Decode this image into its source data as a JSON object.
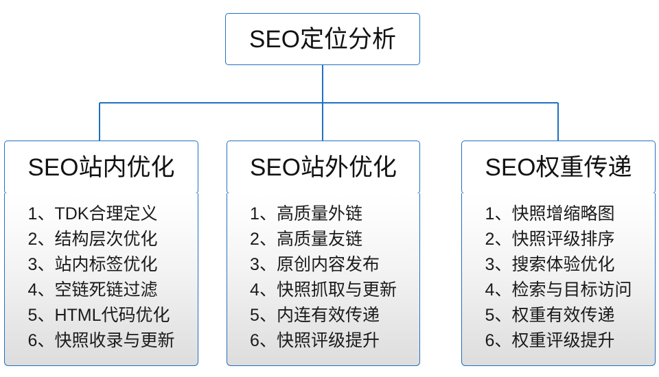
{
  "diagram": {
    "type": "org-tree",
    "accent_color": "#1f6fc0",
    "text_color": "#121212",
    "background_color": "#ffffff",
    "root": {
      "label": "SEO定位分析"
    },
    "branches": [
      {
        "id": "inner",
        "title": "SEO站内优化",
        "items": [
          "1、TDK合理定义",
          "2、结构层次优化",
          "3、站内标签优化",
          "4、空链死链过滤",
          "5、HTML代码优化",
          "6、快照收录与更新"
        ]
      },
      {
        "id": "outer",
        "title": "SEO站外优化",
        "items": [
          "1、高质量外链",
          "2、高质量友链",
          "3、原创内容发布",
          "4、快照抓取与更新",
          "5、内连有效传递",
          "6、快照评级提升"
        ]
      },
      {
        "id": "weight",
        "title": "SEO权重传递",
        "items": [
          "1、快照增缩略图",
          "2、快照评级排序",
          "3、搜索体验优化",
          "4、检索与目标访问",
          "5、权重有效传递",
          "6、权重评级提升"
        ]
      }
    ]
  }
}
